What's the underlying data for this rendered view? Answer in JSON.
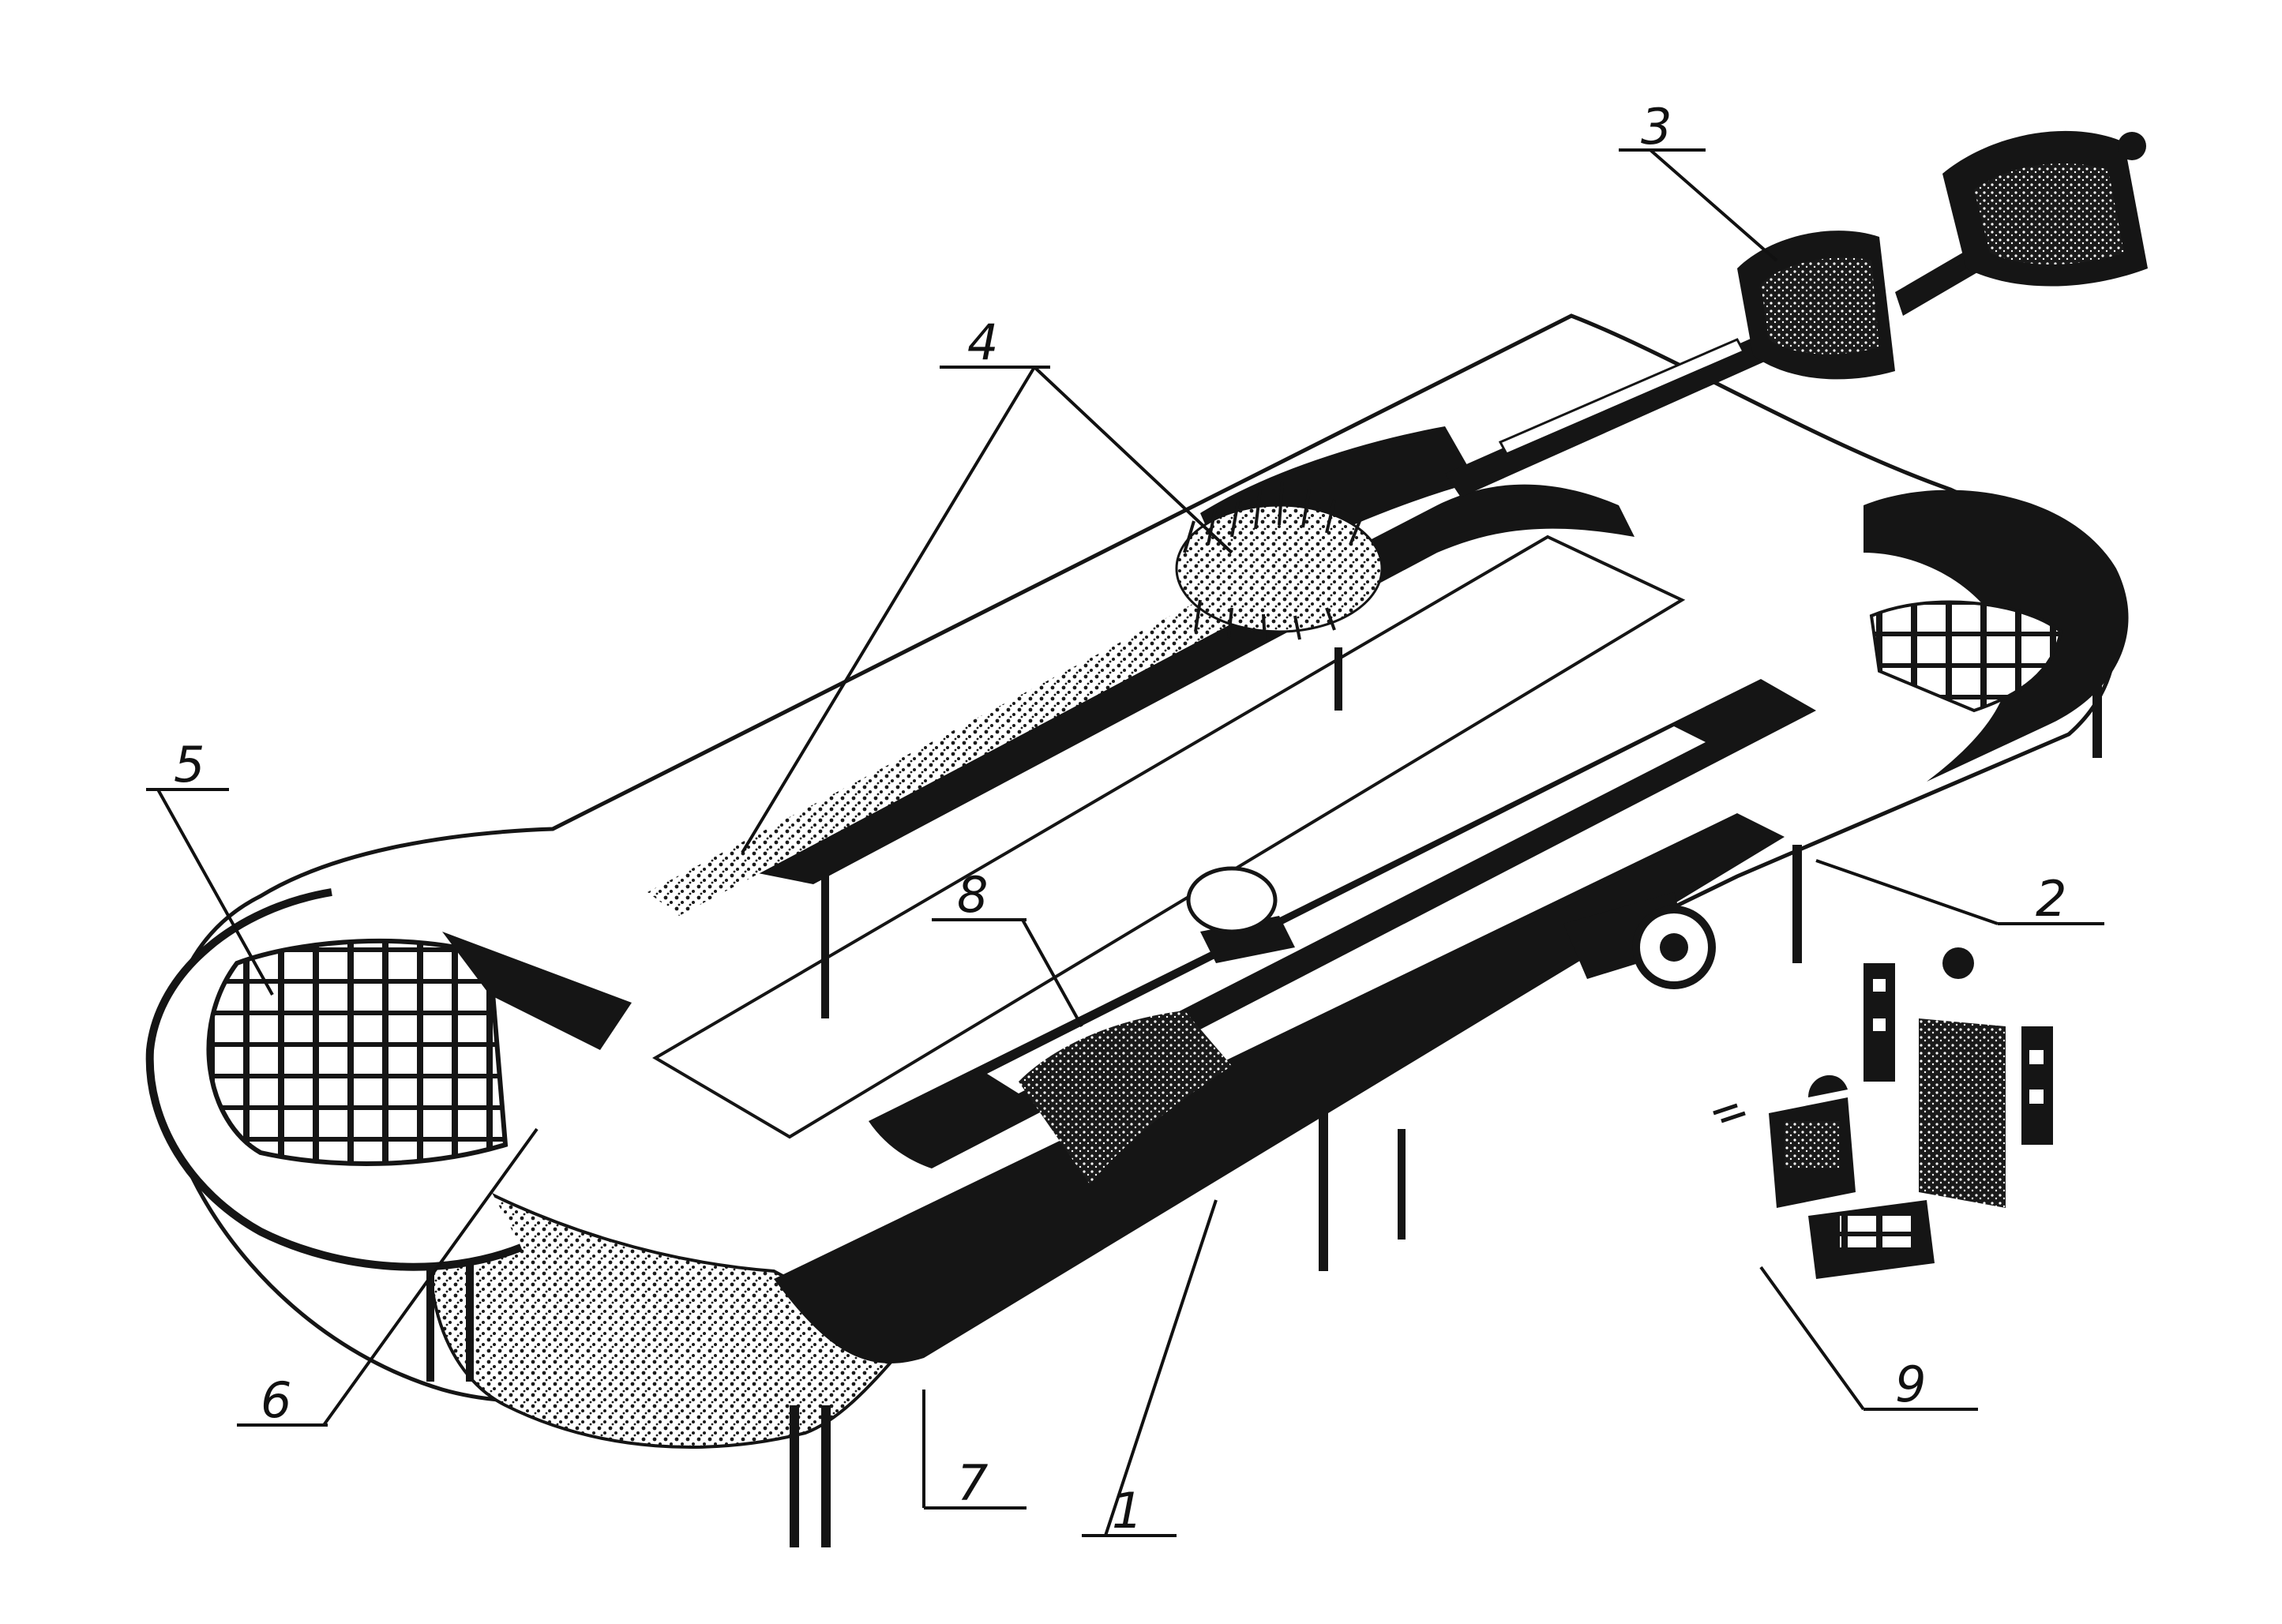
{
  "callouts": [
    {
      "id": "1",
      "label": "1"
    },
    {
      "id": "2",
      "label": "2"
    },
    {
      "id": "3",
      "label": "3"
    },
    {
      "id": "4",
      "label": "4"
    },
    {
      "id": "5",
      "label": "5"
    },
    {
      "id": "6",
      "label": "6"
    },
    {
      "id": "7",
      "label": "7"
    },
    {
      "id": "8",
      "label": "8"
    },
    {
      "id": "9",
      "label": "9"
    }
  ],
  "colors": {
    "ink": "#151515",
    "paper": "#ffffff"
  }
}
